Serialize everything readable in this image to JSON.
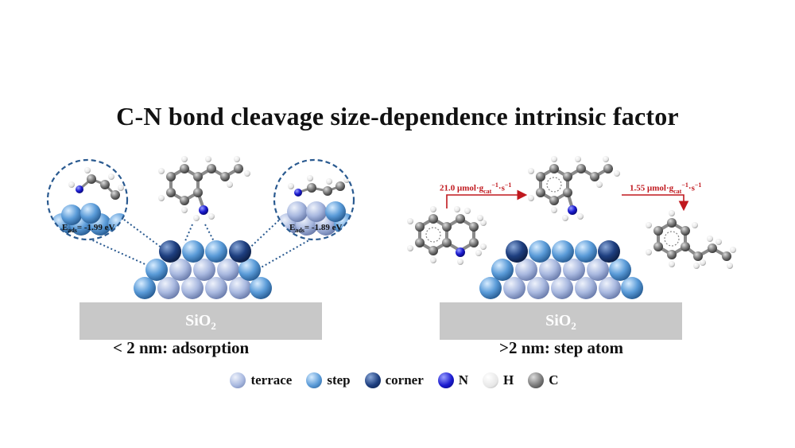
{
  "title": "C-N bond cleavage size-dependence intrinsic factor",
  "support_label": "SiO",
  "support_sub": "2",
  "left_caption": "< 2 nm: adsorption",
  "right_caption": ">2 nm: step atom",
  "eads_left": {
    "base": "E",
    "sub": "ads",
    "value": "= -1.99 eV"
  },
  "eads_right": {
    "base": "E",
    "sub": "ads",
    "value": "= -1.89 eV"
  },
  "rate1": {
    "value": "21.0 μmol·g",
    "sub": "cat",
    "sup": "−1",
    "tail": "·s",
    "tail_sup": "−1"
  },
  "rate2": {
    "value": "1.55 μmol·g",
    "sub": "cat",
    "sup": "−1",
    "tail": "·s",
    "tail_sup": "−1"
  },
  "legend": [
    {
      "label": "terrace",
      "color": "#a9b9e0"
    },
    {
      "label": "step",
      "color": "#5a9bd8"
    },
    {
      "label": "corner",
      "color": "#1e3f80"
    },
    {
      "label": "N",
      "color": "#1a1ad0"
    },
    {
      "label": "H",
      "color": "#f2f2f2"
    },
    {
      "label": "C",
      "color": "#7a7a7a"
    }
  ],
  "colors": {
    "support": "#c8c8c8",
    "arrow": "#c0181e",
    "dotted": "#2a5a90"
  }
}
